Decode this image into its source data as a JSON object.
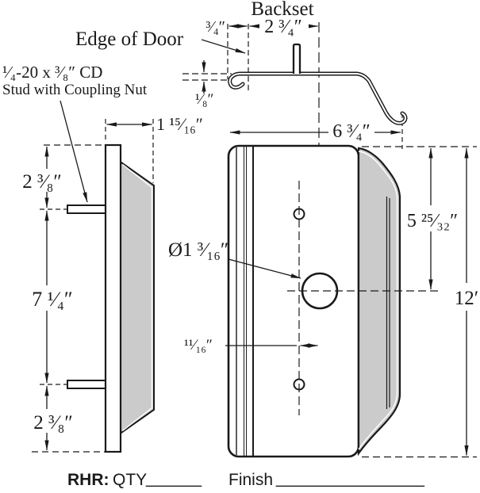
{
  "drawing": {
    "top_view": {
      "title": "Backset",
      "edge_of_door_label": "Edge of Door",
      "door_edge_offset": "³⁄₄″",
      "backset": "2 ³⁄₄″",
      "material_thickness": "¹⁄₈″"
    },
    "side_view": {
      "stud_note_line1": "¹⁄₄-20 x ³⁄₈″ CD",
      "stud_note_line2": "Stud with Coupling Nut",
      "projection": "1 ¹⁵⁄₁₆″",
      "top_stud_offset": "2 ³⁄₈″",
      "stud_spacing": "7 ¹⁄₄″",
      "bottom_stud_offset": "2 ³⁄₈″"
    },
    "front_view": {
      "overall_width": "6 ³⁄₄″",
      "cylinder_centerline_height": "5 ²⁵⁄₃₂″",
      "overall_height": "12′",
      "cylinder_hole_diameter": "Ø1 ³⁄₁₆″",
      "hole_offset": "¹¹⁄₁₆″"
    },
    "colors": {
      "line": "#1a1a1a",
      "panel_gray": "#cbcbcb",
      "background": "#ffffff"
    }
  },
  "footer": {
    "handing_label": "RHR:",
    "qty_label": "QTY",
    "qty_blank": "______",
    "finish_label": "Finish",
    "finish_blank": "________________"
  }
}
